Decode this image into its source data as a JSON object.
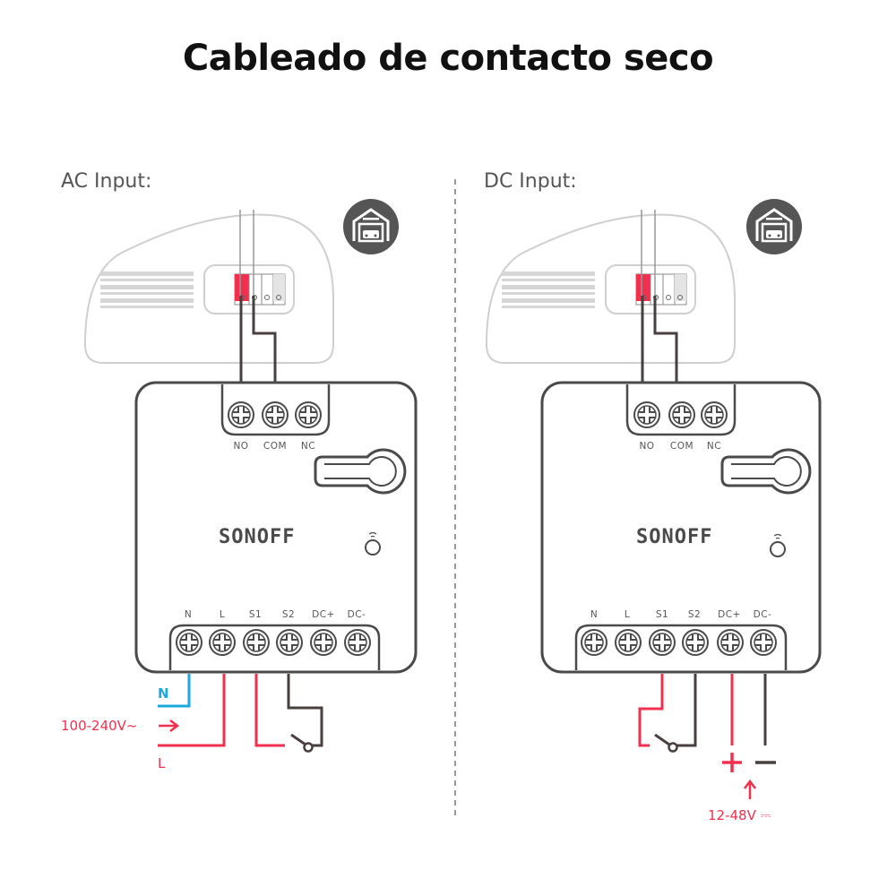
{
  "title": "Cableado de contacto seco",
  "colors": {
    "live": "#f0304e",
    "neutral": "#1aa8e0",
    "wire": "#4a3f3f",
    "outline": "#4a4a4a",
    "faint": "#cccccc",
    "icon_bg": "#555555"
  },
  "panels": [
    {
      "id": "ac",
      "label": "AC Input:",
      "garage_icon": "garage-icon",
      "top_terminals": [
        "NO",
        "COM",
        "NC"
      ],
      "bottom_terminals": [
        "N",
        "L",
        "S1",
        "S2",
        "DC+",
        "DC-"
      ],
      "brand": "SONOFF",
      "neutral_label": "N",
      "live_label": "L",
      "voltage_label": "100-240V~"
    },
    {
      "id": "dc",
      "label": "DC Input:",
      "garage_icon": "garage-icon",
      "top_terminals": [
        "NO",
        "COM",
        "NC"
      ],
      "bottom_terminals": [
        "N",
        "L",
        "S1",
        "S2",
        "DC+",
        "DC-"
      ],
      "brand": "SONOFF",
      "plus_label": "+",
      "minus_label": "−",
      "voltage_label": "12-48V ⎓"
    }
  ]
}
